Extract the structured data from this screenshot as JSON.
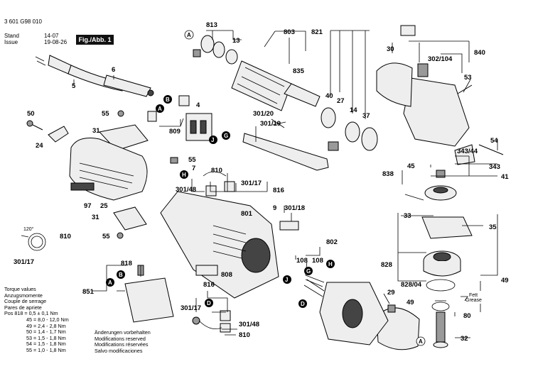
{
  "header": {
    "doc_number": "3 601 G98 010",
    "stand_label": "Stand",
    "issue_label": "Issue",
    "stand_value": "14-07",
    "issue_value": "19-08-26",
    "fig_title": "Fig./Abb. 1"
  },
  "torque": {
    "lines": [
      "Torque values",
      "Anzugsmomente",
      "Couple de serrage",
      "Pares de apriete"
    ],
    "rows": [
      "Pos 818 = 0,5 ± 0,1 Nm",
      "45 = 8,0 - 12,0 Nm",
      "49 = 2,4 - 2,8 Nm",
      "50 = 1,4 - 1,7 Nm",
      "53 = 1,5 - 1,8 Nm",
      "54 = 1,5 - 1,8 Nm",
      "55 = 1,0 - 1,8 Nm"
    ]
  },
  "notes": {
    "lines": [
      "Änderungen vorbehalten",
      "Modifications reserved",
      "Modifications réservées",
      "Salvo modificaciones"
    ]
  },
  "fett": [
    "Fett",
    "Grease"
  ],
  "angle_label": "120°",
  "labels": {
    "l5": "5",
    "l6": "6",
    "l813": "813",
    "l13": "13",
    "l803": "803",
    "l835": "835",
    "l821": "821",
    "l30": "30",
    "l840": "840",
    "l302": "302/104",
    "l53": "53",
    "l40": "40",
    "l27": "27",
    "l14": "14",
    "l37": "37",
    "l4": "4",
    "l809": "809",
    "l50": "50",
    "l55a": "55",
    "l31a": "31",
    "l24": "24",
    "l301_20": "301/20",
    "l301_19": "301/19",
    "l54": "54",
    "l343_44": "343/44",
    "l343": "343",
    "l41": "41",
    "l45": "45",
    "l838": "838",
    "l55b": "55",
    "l7": "7",
    "l810a": "810",
    "l301_48a": "301/48",
    "l301_17a": "301/17",
    "l816a": "816",
    "l9": "9",
    "l301_18": "301/18",
    "l801": "801",
    "l97": "97",
    "l25": "25",
    "l31b": "31",
    "l55c": "55",
    "l810b": "810",
    "l301_17b": "301/17",
    "l33": "33",
    "l35": "35",
    "l802": "802",
    "l108a": "108",
    "l108b": "108",
    "l818": "818",
    "l828": "828",
    "l828_04": "828/04",
    "l49a": "49",
    "l49b": "49",
    "l808": "808",
    "l851": "851",
    "l816b": "816",
    "l301_17c": "301/17",
    "l301_48b": "301/48",
    "l810c": "810",
    "l29": "29",
    "l80": "80",
    "l32": "32"
  },
  "bubbles": {
    "A": "A",
    "B": "B",
    "D": "D",
    "G": "G",
    "H": "H",
    "J": "J"
  }
}
